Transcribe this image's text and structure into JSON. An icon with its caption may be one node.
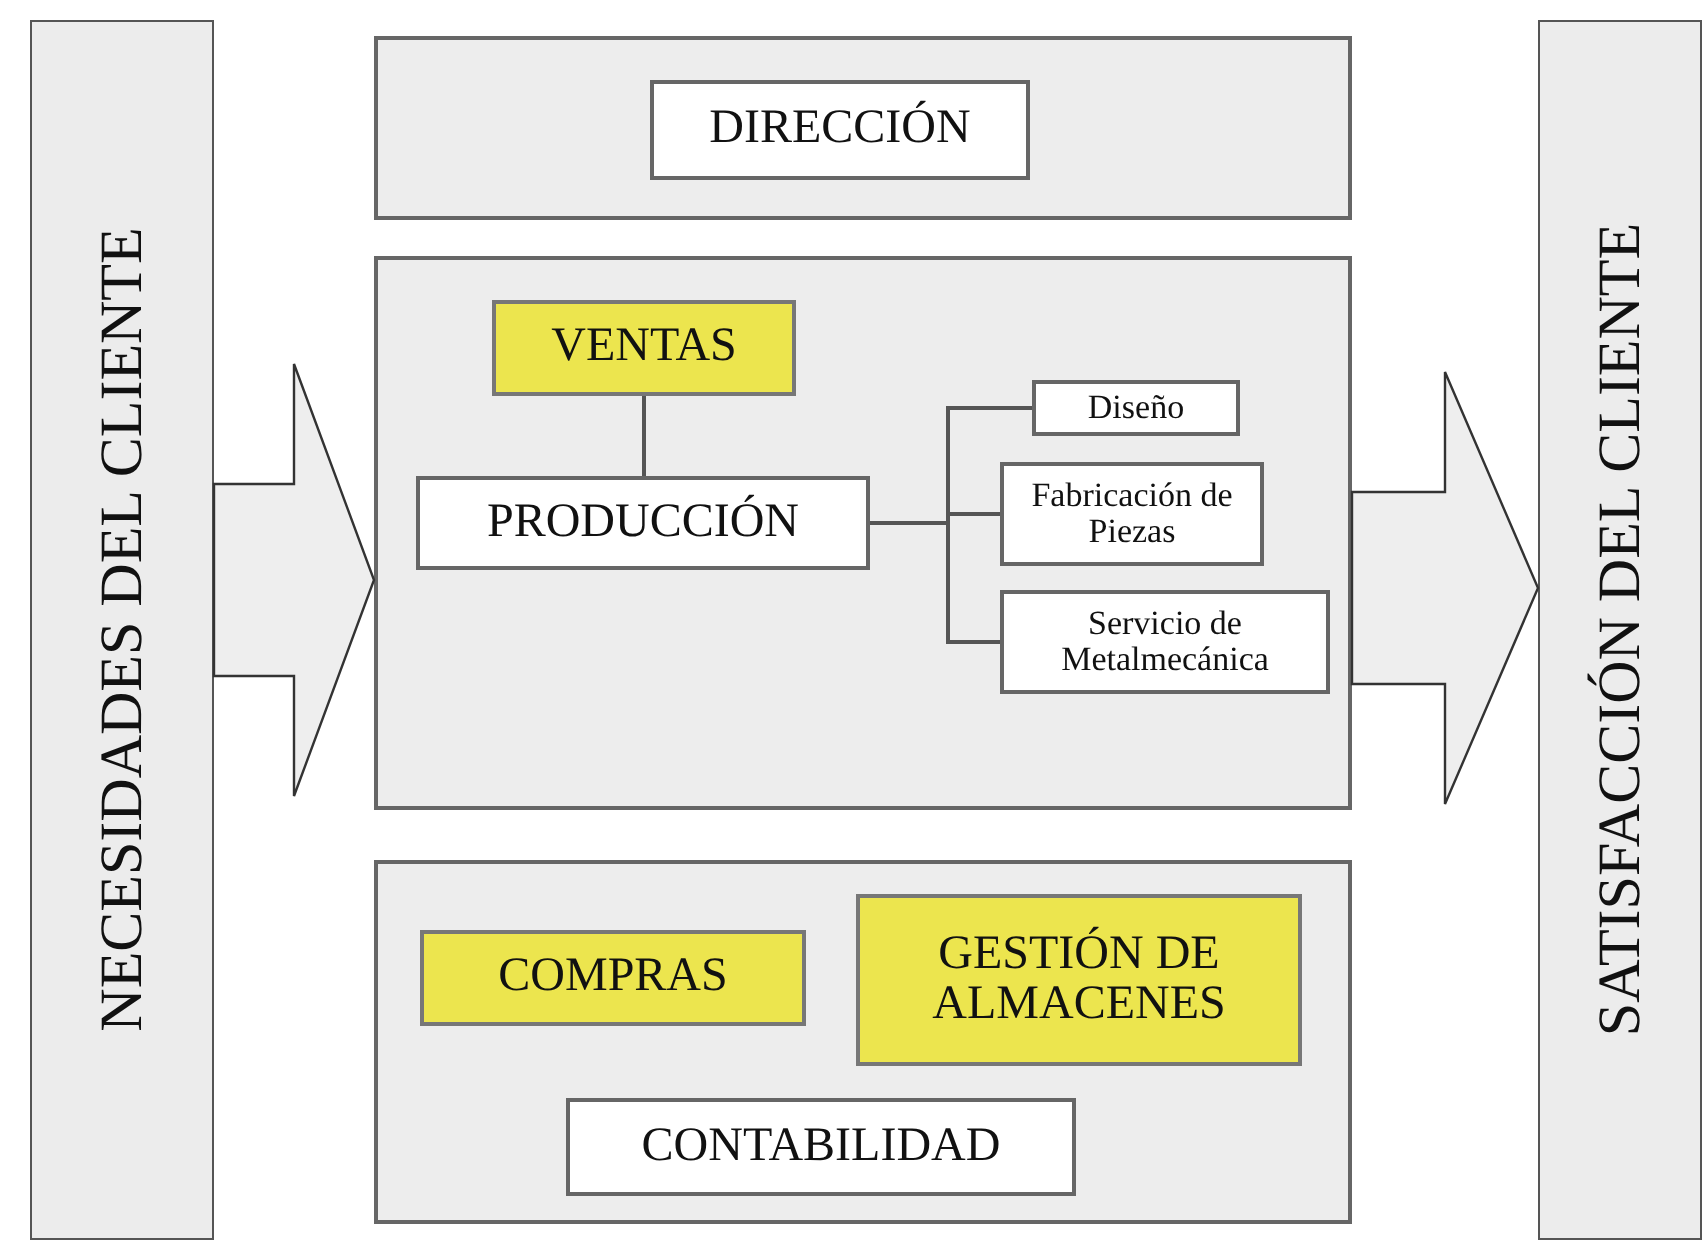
{
  "diagram": {
    "nodes": [
      {
        "text": [
          "NECESIDADES DEL CLIENTE"
        ]
      },
      {
        "text": [],
        "shape": "box"
      },
      {
        "text": [
          "DIRECCIÓN"
        ],
        "in": 1
      },
      {
        "text": [],
        "shape": "box"
      },
      {
        "text": [
          "VENTAS"
        ],
        "in": 3
      },
      {
        "text": [
          "PRODUCCIÓN"
        ],
        "in": 3
      },
      {
        "text": [
          "Diseño"
        ],
        "in": 3
      },
      {
        "text": [
          "Fabricación de Piezas"
        ],
        "in": 3
      },
      {
        "text": [
          "Servicio de Metalmecánica"
        ],
        "in": 3
      },
      {
        "text": [],
        "shape": "box"
      },
      {
        "text": [
          "COMPRAS"
        ],
        "in": 9
      },
      {
        "text": [
          "GESTIÓN DE ALMACENES"
        ],
        "in": 9
      },
      {
        "text": [
          "CONTABILIDAD"
        ],
        "in": 9
      },
      {
        "text": [
          "SATISFACCIÓN DEL CLIENTE"
        ]
      }
    ],
    "edges": [
      {
        "from": 0,
        "to": 3,
        "arrow": "to",
        "style": "thick"
      },
      {
        "from": 3,
        "to": 13,
        "arrow": "to",
        "style": "thick"
      },
      {
        "from": 4,
        "to": 5,
        "arrow": "none"
      },
      {
        "from": 5,
        "to": 6,
        "arrow": "none"
      },
      {
        "from": 5,
        "to": 7,
        "arrow": "none"
      },
      {
        "from": 5,
        "to": 8,
        "arrow": "none"
      }
    ]
  }
}
